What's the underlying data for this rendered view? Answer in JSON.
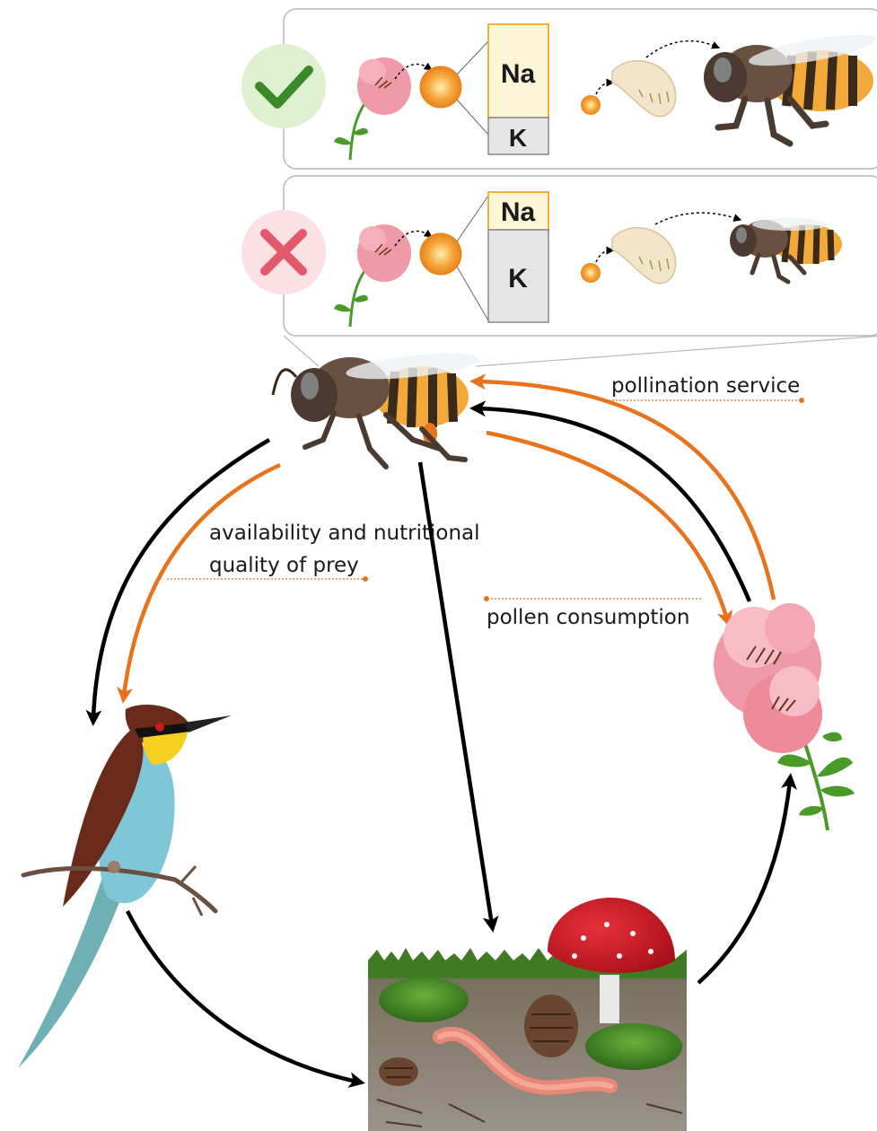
{
  "panels": {
    "good": {
      "element_top": "Na",
      "element_bottom": "K"
    },
    "bad": {
      "element_top": "Na",
      "element_bottom": "K"
    }
  },
  "labels": {
    "pollination": "pollination service",
    "prey_line1": "availability and nutritional",
    "prey_line2": "quality of prey",
    "pollen": "pollen consumption"
  },
  "colors": {
    "orange": "#e8731c",
    "black": "#000000",
    "check": "#3a8a2a",
    "cross": "#e05a6a",
    "sodium": "#fdf6d6",
    "potassium": "#e6e6e6"
  }
}
